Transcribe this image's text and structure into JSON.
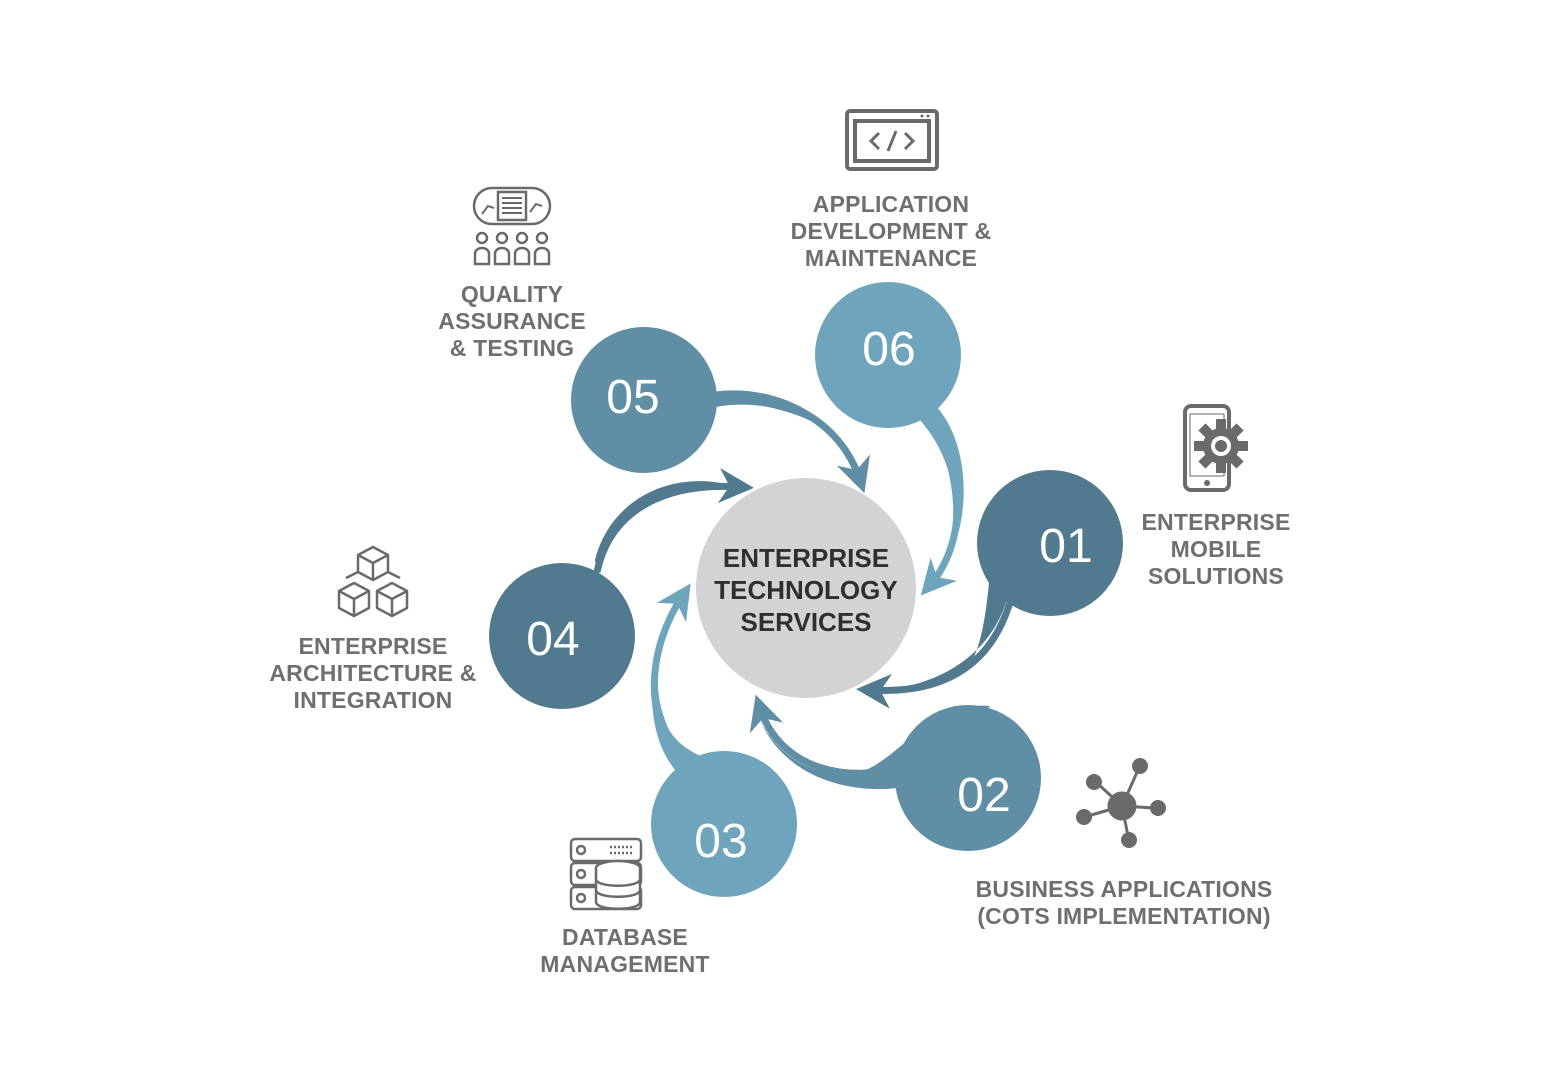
{
  "center": {
    "title": "ENTERPRISE\nTECHNOLOGY\nSERVICES"
  },
  "colors": {
    "dark": "#527a8e",
    "mid": "#5f8ea5",
    "light": "#6ea5bd",
    "center": "#d2d3d5",
    "label": "#6f6f6f",
    "icon": "#6a6a6a"
  },
  "steps": [
    {
      "num": "01",
      "label": "ENTERPRISE\nMOBILE\nSOLUTIONS",
      "icon": "mobile-gear-icon"
    },
    {
      "num": "02",
      "label": "BUSINESS APPLICATIONS\n(COTS IMPLEMENTATION)",
      "icon": "network-hub-icon"
    },
    {
      "num": "03",
      "label": "DATABASE\nMANAGEMENT",
      "icon": "database-server-icon"
    },
    {
      "num": "04",
      "label": "ENTERPRISE\nARCHITECTURE &\nINTEGRATION",
      "icon": "cubes-icon"
    },
    {
      "num": "05",
      "label": "QUALITY\nASSURANCE\n& TESTING",
      "icon": "team-presentation-icon"
    },
    {
      "num": "06",
      "label": "APPLICATION\nDEVELOPMENT &\nMAINTENANCE",
      "icon": "code-window-icon"
    }
  ]
}
